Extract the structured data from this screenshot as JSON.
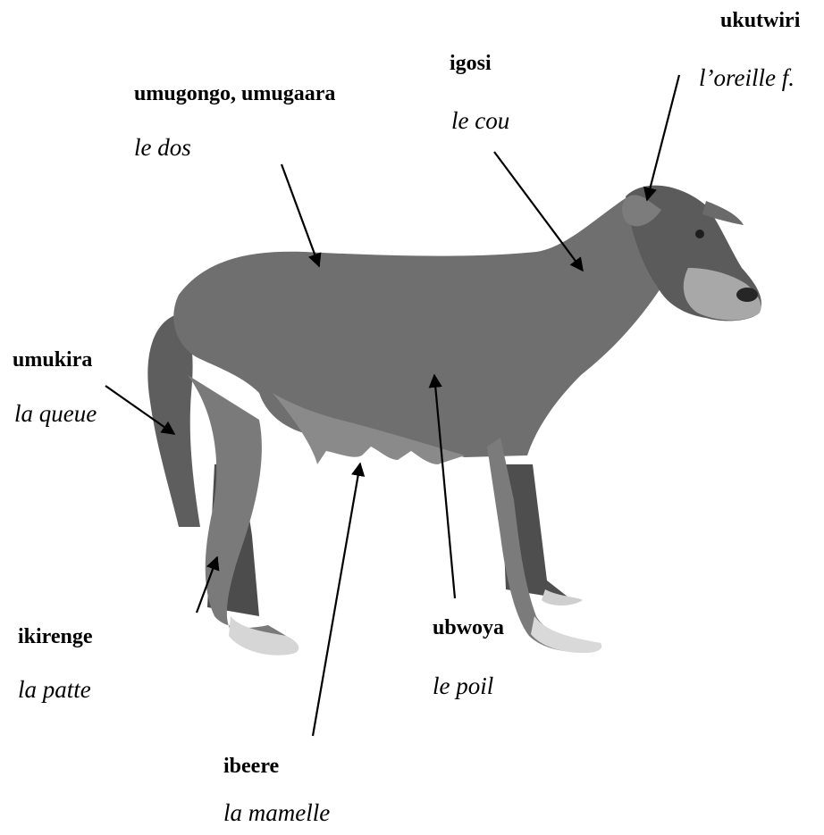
{
  "labels": {
    "ear": {
      "term": "ukutwiri",
      "gloss": "l’oreille f."
    },
    "neck": {
      "term": "igosi",
      "gloss": "le cou"
    },
    "back": {
      "term": "umugongo, umugaara",
      "gloss": "le dos"
    },
    "tail": {
      "term": "umukira",
      "gloss": "la queue"
    },
    "paw": {
      "term": "ikirenge",
      "gloss": "la patte"
    },
    "fur": {
      "term": "ubwoya",
      "gloss": "le poil"
    },
    "teat": {
      "term": "ibeere",
      "gloss": "la mamelle"
    }
  }
}
